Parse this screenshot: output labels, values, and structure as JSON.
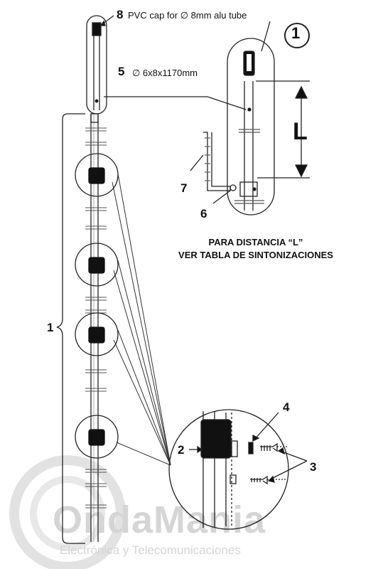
{
  "labels": {
    "n8": "8",
    "cap_text": "PVC cap for ∅ 8mm alu tube",
    "n5": "5",
    "tube_text": "∅ 6x8x1170mm",
    "n1_circle": "1",
    "L": "L",
    "n7": "7",
    "n6": "6",
    "tuning_line1": "PARA DISTANCIA “L”",
    "tuning_line2": "VER TABLA DE SINTONIZACIONES",
    "n1_brace": "1",
    "n2": "2",
    "n4": "4",
    "n3": "3"
  },
  "watermark": {
    "brand": "OndaMania",
    "tagline": "Electrónica y Telecomunicaciones"
  }
}
